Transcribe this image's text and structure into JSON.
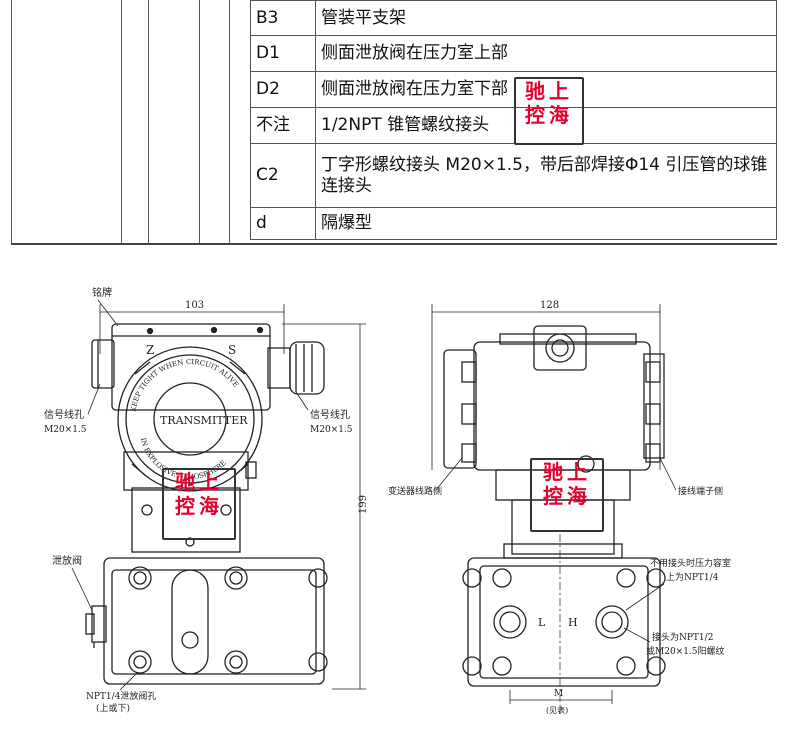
{
  "table": {
    "rows": [
      {
        "code": "B3",
        "desc": "管装平支架"
      },
      {
        "code": "D1",
        "desc": "侧面泄放阀在压力室上部"
      },
      {
        "code": "D2",
        "desc": "侧面泄放阀在压力室下部"
      },
      {
        "code": "不注",
        "desc": "1/2NPT 锥管螺纹接头"
      },
      {
        "code": "C2",
        "desc": "丁字形螺纹接头 M20×1.5，带后部焊接Φ14 引压管的球锥连接头"
      },
      {
        "code": "d",
        "desc": "隔爆型"
      }
    ]
  },
  "watermark": {
    "line1": "驰上",
    "line2": "控海"
  },
  "front_view": {
    "nameplate": "铭牌",
    "width_dim": "103",
    "height_dim": "199",
    "z_label": "Z",
    "s_label": "S",
    "signal_left": "信号线孔",
    "signal_left_size": "M20×1.5",
    "signal_right": "信号线孔",
    "signal_right_size": "M20×1.5",
    "cap_text": "TRANSMITTER",
    "cap_ring_top": "KEEP TIGHT WHEN CIRCUIT ALIVE",
    "cap_ring_bottom": "IN EXPLOSIVE ATMOSPHERE",
    "drain_valve": "泄放阀",
    "drain_hole": "NPT1/4泄放阀孔",
    "drain_hole_note": "(上或下)"
  },
  "side_view": {
    "width_dim": "128",
    "circuit_side": "变送器线路侧",
    "terminal_side": "接线端子侧",
    "unused_note": "不用接头时压力容室",
    "unused_note2": "上为NPT1/4",
    "l_label": "L",
    "h_label": "H",
    "port_note": "接头为NPT1/2",
    "port_note2": "或M20×1.5阳螺纹",
    "m_dim": "M",
    "m_note": "(见表)"
  },
  "colors": {
    "watermark": "#e6002d",
    "line": "#222222",
    "table_border": "#555555"
  }
}
